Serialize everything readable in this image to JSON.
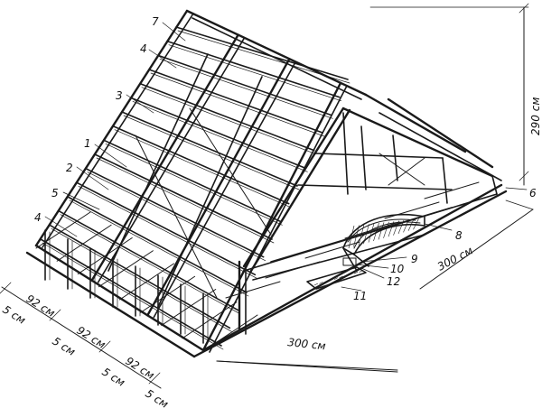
{
  "callouts": [
    {
      "id": "c7",
      "text": "7"
    },
    {
      "id": "c4a",
      "text": "4"
    },
    {
      "id": "c3",
      "text": "3"
    },
    {
      "id": "c1",
      "text": "1"
    },
    {
      "id": "c2",
      "text": "2"
    },
    {
      "id": "c5",
      "text": "5"
    },
    {
      "id": "c4b",
      "text": "4"
    },
    {
      "id": "c6",
      "text": "6"
    },
    {
      "id": "c8",
      "text": "8"
    },
    {
      "id": "c9",
      "text": "9"
    },
    {
      "id": "c10",
      "text": "10"
    },
    {
      "id": "c11",
      "text": "11"
    },
    {
      "id": "c12",
      "text": "12"
    }
  ],
  "dimensions": {
    "height": "290 см",
    "length_right": "300 см",
    "length_front": "300 см",
    "spacing": [
      "92 см",
      "92 см",
      "92 см"
    ],
    "gap": [
      "5 см",
      "5 см",
      "5 см",
      "5 см"
    ]
  },
  "colors": {
    "ink": "#1a1a1a",
    "background": "#ffffff"
  }
}
